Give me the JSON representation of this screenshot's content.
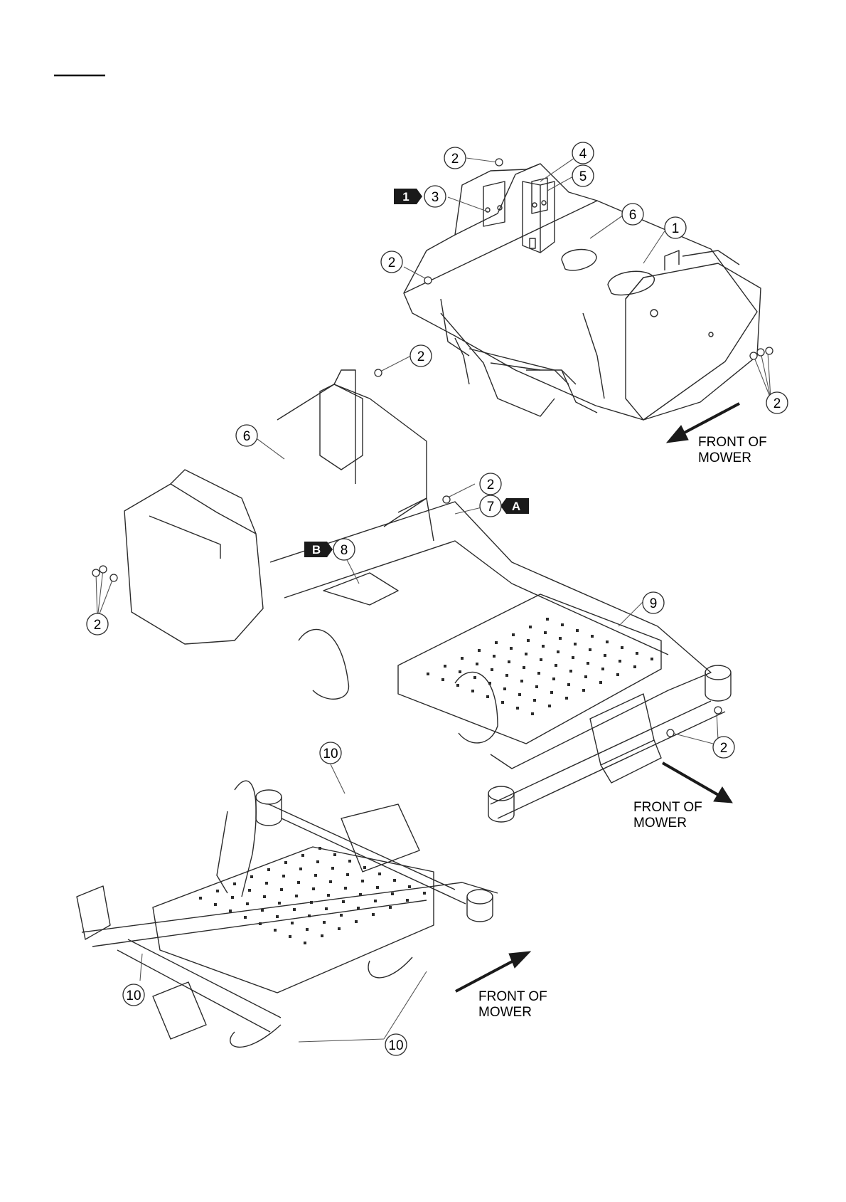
{
  "callouts": [
    {
      "id": "c2-top",
      "num": "2"
    },
    {
      "id": "c4",
      "num": "4"
    },
    {
      "id": "c5",
      "num": "5"
    },
    {
      "id": "c3",
      "num": "3"
    },
    {
      "id": "c6-top",
      "num": "6"
    },
    {
      "id": "c1",
      "num": "1"
    },
    {
      "id": "c2-upper-left",
      "num": "2"
    },
    {
      "id": "c2-upper-right",
      "num": "2"
    },
    {
      "id": "c2-mid-top",
      "num": "2"
    },
    {
      "id": "c6-mid",
      "num": "6"
    },
    {
      "id": "c2-mid-right",
      "num": "2"
    },
    {
      "id": "c7",
      "num": "7"
    },
    {
      "id": "c8",
      "num": "8"
    },
    {
      "id": "c2-mid-left",
      "num": "2"
    },
    {
      "id": "c9",
      "num": "9"
    },
    {
      "id": "c2-lower-right",
      "num": "2"
    },
    {
      "id": "c10-top",
      "num": "10"
    },
    {
      "id": "c10-left",
      "num": "10"
    },
    {
      "id": "c10-bottom",
      "num": "10"
    }
  ],
  "notes": [
    {
      "id": "note-1",
      "label": "1"
    },
    {
      "id": "note-a",
      "label": "A"
    },
    {
      "id": "note-b",
      "label": "B"
    }
  ],
  "front_labels": [
    {
      "id": "front-top",
      "line1": "FRONT OF",
      "line2": "MOWER"
    },
    {
      "id": "front-mid",
      "line1": "FRONT OF",
      "line2": "MOWER"
    },
    {
      "id": "front-bottom",
      "line1": "FRONT OF",
      "line2": "MOWER"
    }
  ],
  "colors": {
    "line": "#2b2b2b",
    "tag": "#1a1a1a",
    "background": "#ffffff"
  }
}
